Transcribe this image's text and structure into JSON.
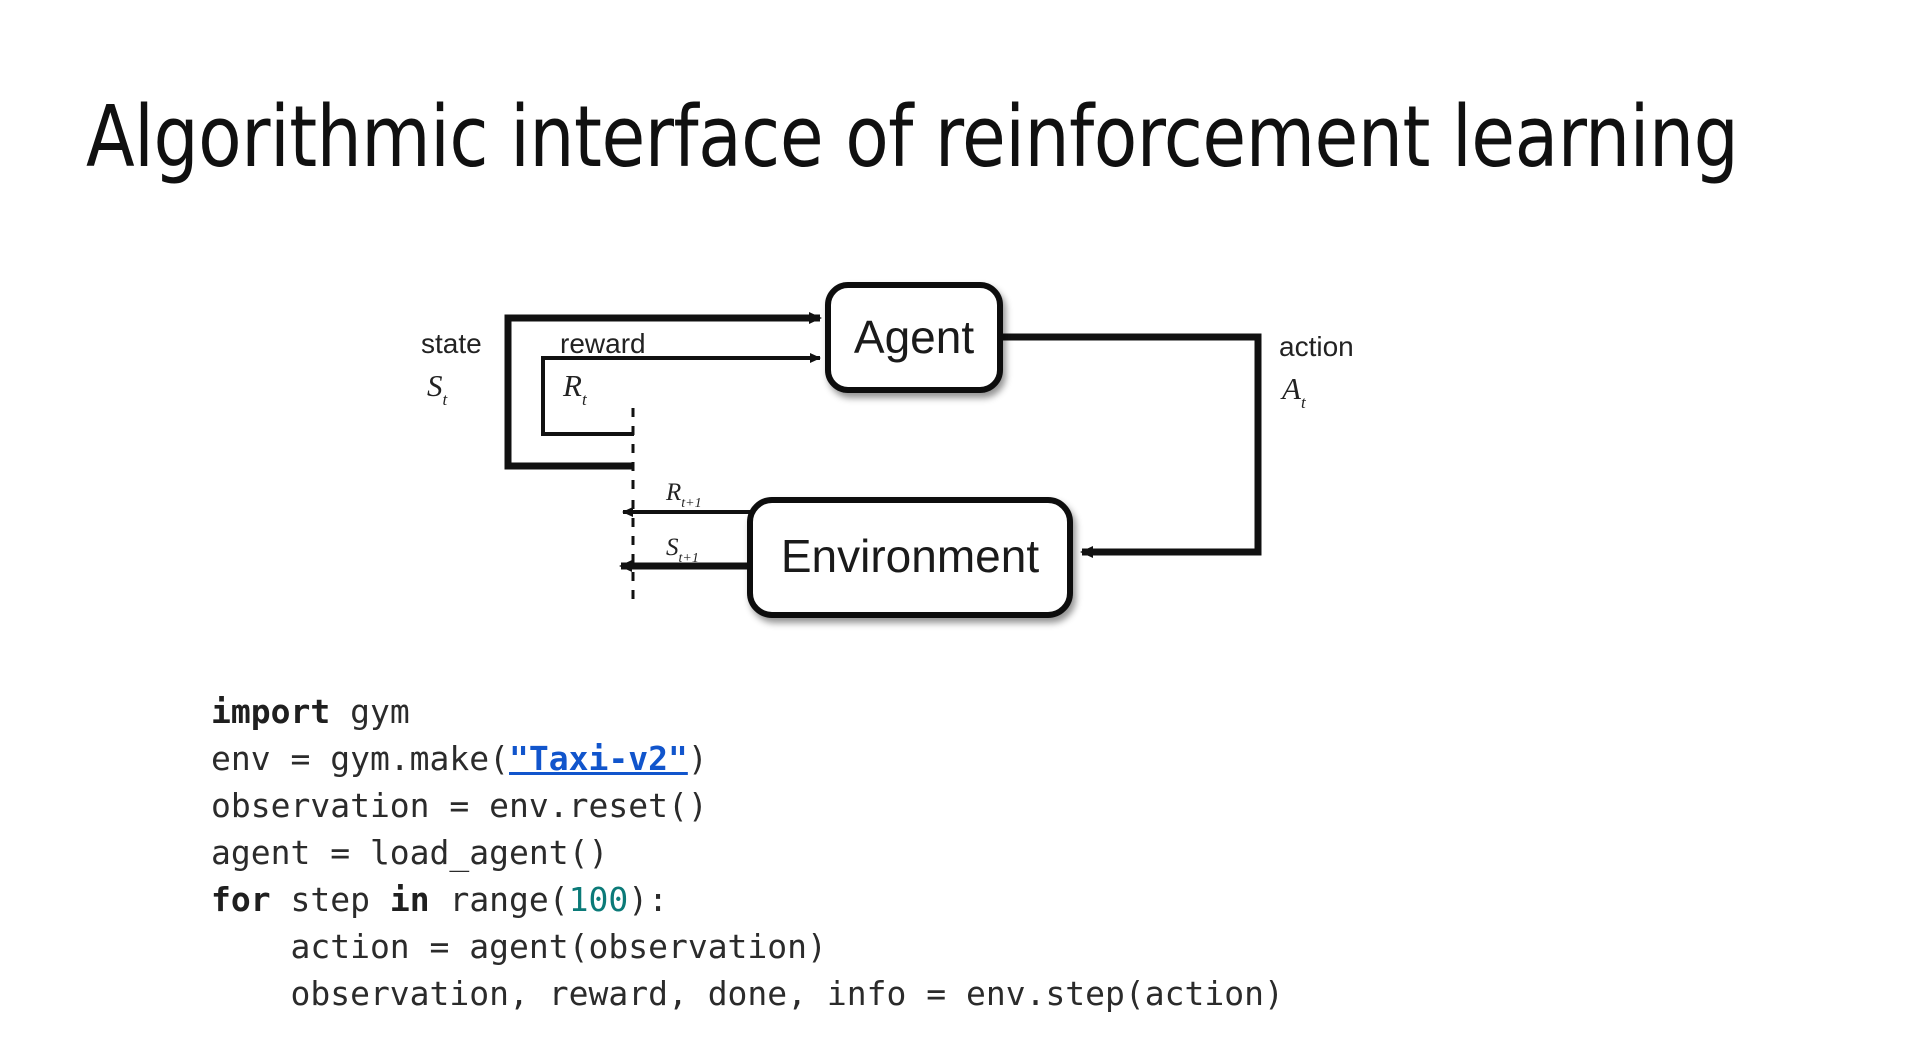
{
  "slide": {
    "title": "Algorithmic interface of reinforcement learning",
    "background_color": "#ffffff"
  },
  "diagram": {
    "name": "agent-environment-interaction-loop",
    "boxes": [
      {
        "id": "agent",
        "label": "Agent"
      },
      {
        "id": "environment",
        "label": "Environment"
      }
    ],
    "labels": {
      "state_word": "state",
      "state_sym": "S",
      "state_sub": "t",
      "reward_word": "reward",
      "reward_sym": "R",
      "reward_sub": "t",
      "action_word": "action",
      "action_sym": "A",
      "action_sub": "t",
      "reward_next_sym": "R",
      "reward_next_sub": "t+1",
      "state_next_sym": "S",
      "state_next_sub": "t+1"
    },
    "stroke_color": "#111111"
  },
  "code": {
    "language": "python",
    "keyword_color": "#1f1f1f",
    "number_color": "#0b7a78",
    "link_color": "#1155cc",
    "text_color": "#2b2b2b",
    "lines": [
      {
        "id": "l1",
        "parts": [
          {
            "t": "import",
            "s": "kw"
          },
          {
            "t": " gym",
            "s": ""
          }
        ]
      },
      {
        "id": "l2",
        "parts": [
          {
            "t": "env = gym.make(",
            "s": ""
          },
          {
            "t": "\"Taxi-v2\"",
            "s": "lnk"
          },
          {
            "t": ")",
            "s": ""
          }
        ]
      },
      {
        "id": "l3",
        "parts": [
          {
            "t": "observation = env.reset()",
            "s": ""
          }
        ]
      },
      {
        "id": "l4",
        "parts": [
          {
            "t": "agent = load_agent()",
            "s": ""
          }
        ]
      },
      {
        "id": "l5",
        "parts": [
          {
            "t": "for",
            "s": "kw"
          },
          {
            "t": " step ",
            "s": ""
          },
          {
            "t": "in",
            "s": "kw"
          },
          {
            "t": " range(",
            "s": ""
          },
          {
            "t": "100",
            "s": "num"
          },
          {
            "t": "):",
            "s": ""
          }
        ]
      },
      {
        "id": "l6",
        "parts": [
          {
            "t": "    action = agent(observation)",
            "s": ""
          }
        ]
      },
      {
        "id": "l7",
        "parts": [
          {
            "t": "    observation, reward, done, info = env.step(action)",
            "s": ""
          }
        ]
      }
    ]
  }
}
